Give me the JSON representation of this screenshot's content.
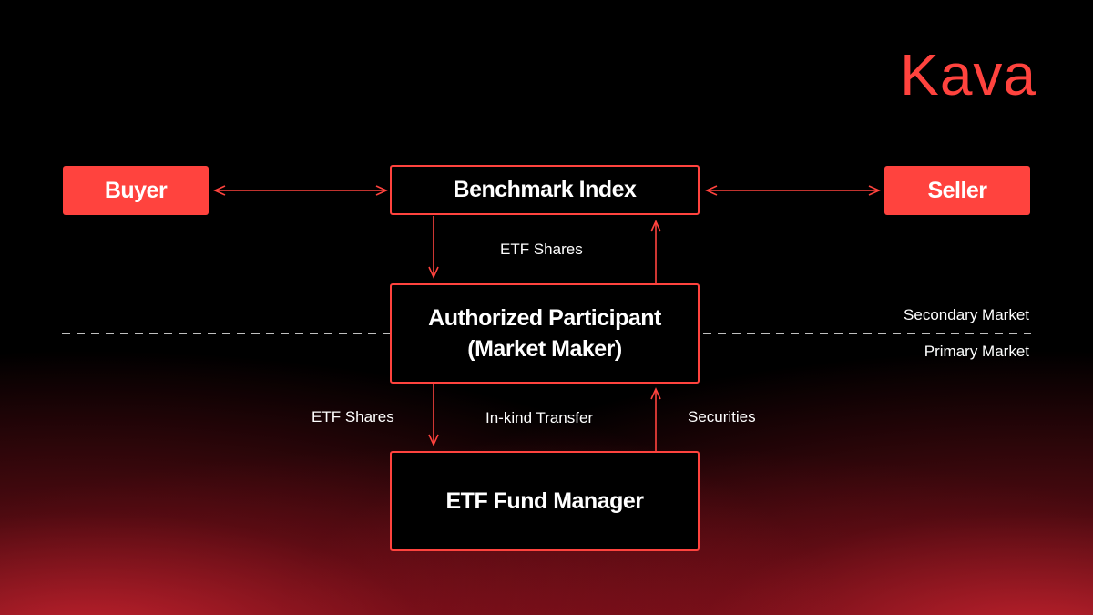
{
  "brand": {
    "logo_text": "Kava",
    "accent_color": "#FF433E"
  },
  "nodes": {
    "buyer": "Buyer",
    "seller": "Seller",
    "benchmark_index": "Benchmark Index",
    "authorized_participant": {
      "line1": "Authorized Participant",
      "line2": "(Market Maker)"
    },
    "fund_manager": "ETF Fund Manager"
  },
  "edge_labels": {
    "etf_shares_upper": "ETF Shares",
    "etf_shares_lower": "ETF Shares",
    "in_kind_transfer": "In-kind Transfer",
    "securities": "Securities"
  },
  "market_labels": {
    "secondary": "Secondary Market",
    "primary": "Primary Market"
  }
}
